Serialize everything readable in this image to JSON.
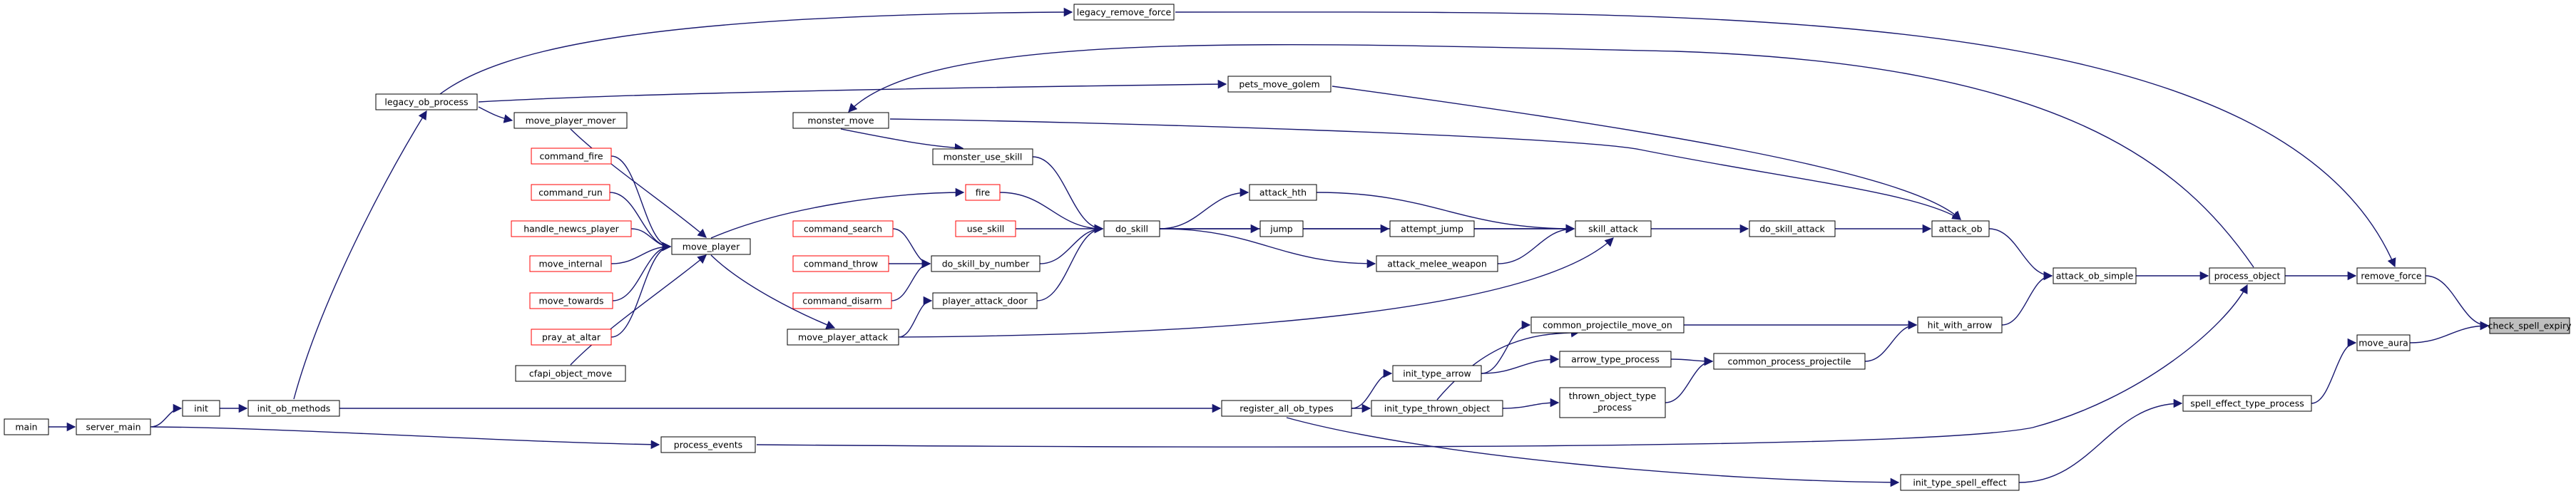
{
  "graph": {
    "colors": {
      "edge": "#191970",
      "node_border_documented": "#000000",
      "node_border_undocumented": "#ff0000",
      "node_fill": "#ffffff",
      "focus_fill": "#bfbfbf",
      "text": "#000000"
    },
    "nodes": {
      "check_spell_expiry": "check_spell_expiry",
      "remove_force": "remove_force",
      "move_aura": "move_aura",
      "legacy_remove_force": "legacy_remove_force",
      "process_object": "process_object",
      "spell_effect_type_process": "spell_effect_type_process",
      "legacy_ob_process": "legacy_ob_process",
      "attack_ob_simple": "attack_ob_simple",
      "process_events": "process_events",
      "init_type_spell_effect": "init_type_spell_effect",
      "init_ob_methods": "init_ob_methods",
      "attack_ob": "attack_ob",
      "hit_with_arrow": "hit_with_arrow",
      "server_main": "server_main",
      "register_all_ob_types": "register_all_ob_types",
      "init": "init",
      "main": "main",
      "monster_move": "monster_move",
      "pets_move_golem": "pets_move_golem",
      "do_skill_attack": "do_skill_attack",
      "common_projectile_move_on": "common_projectile_move_on",
      "common_process_projectile": "common_process_projectile",
      "init_type_arrow": "init_type_arrow",
      "init_type_thrown_object": "init_type_thrown_object",
      "skill_attack": "skill_attack",
      "arrow_type_process": "arrow_type_process",
      "thrown_object_type_process_1": "thrown_object_type",
      "thrown_object_type_process_2": "_process",
      "attack_hth": "attack_hth",
      "attempt_jump": "attempt_jump",
      "attack_melee_weapon": "attack_melee_weapon",
      "do_skill": "do_skill",
      "move_player_attack": "move_player_attack",
      "jump": "jump",
      "monster_use_skill": "monster_use_skill",
      "fire": "fire",
      "use_skill": "use_skill",
      "do_skill_by_number": "do_skill_by_number",
      "player_attack_door": "player_attack_door",
      "command_search": "command_search",
      "command_throw": "command_throw",
      "command_disarm": "command_disarm",
      "move_player": "move_player",
      "move_player_mover": "move_player_mover",
      "command_fire": "command_fire",
      "command_run": "command_run",
      "handle_newcs_player": "handle_newcs_player",
      "move_internal": "move_internal",
      "move_towards": "move_towards",
      "pray_at_altar": "pray_at_altar",
      "cfapi_object_move": "cfapi_object_move"
    }
  }
}
